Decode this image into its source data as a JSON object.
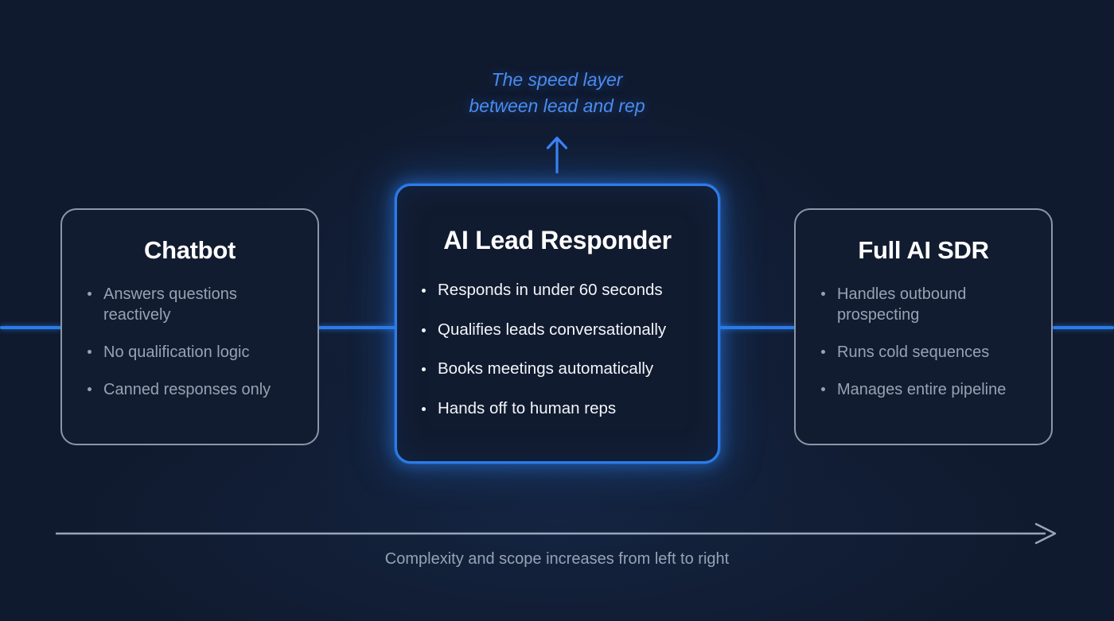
{
  "theme": {
    "background": "#101a2e",
    "card_background": "#121c30",
    "accent": "#2b7ce9",
    "callout_text": "#4a8cf0",
    "muted_text": "#97a2b3",
    "primary_text": "#ffffff"
  },
  "callout": {
    "line1": "The speed layer",
    "line2": "between lead and rep",
    "arrow_icon": "arrow-up-icon"
  },
  "cards": [
    {
      "id": "chatbot",
      "title": "Chatbot",
      "featured": false,
      "bullets": [
        "Answers questions reactively",
        "No qualification logic",
        "Canned responses only"
      ]
    },
    {
      "id": "responder",
      "title": "AI Lead Responder",
      "featured": true,
      "bullets": [
        "Responds in under 60 seconds",
        "Qualifies leads conversationally",
        "Books meetings automatically",
        "Hands off to human reps"
      ]
    },
    {
      "id": "sdr",
      "title": "Full AI SDR",
      "featured": false,
      "bullets": [
        "Handles outbound prospecting",
        "Runs cold sequences",
        "Manages entire pipeline"
      ]
    }
  ],
  "axis": {
    "caption": "Complexity and scope increases from left to right",
    "arrow_icon": "arrow-right-icon",
    "direction": "left-to-right"
  }
}
